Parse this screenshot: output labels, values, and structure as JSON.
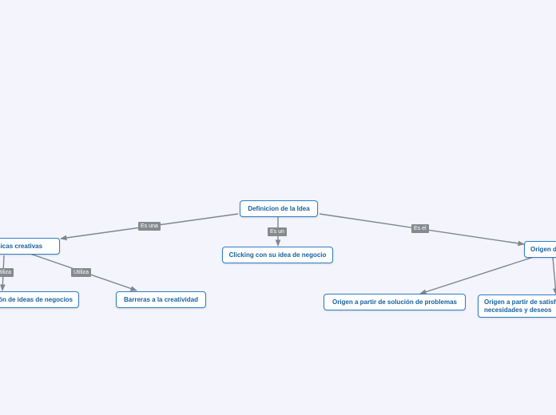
{
  "map": {
    "root": "Definicion de la Idea",
    "nodes": {
      "tecnicas": "Técnicas creativas",
      "clicking": "Clicking con su idea de negocio",
      "origen": "Origen de",
      "generacion": "Generación de ideas de negocios",
      "barreras": "Barreras a la creatividad",
      "origen_problemas": "Origen a partir de solución de problemas",
      "origen_necesidades": "Origen a partir de satisfacción de necesidades y deseos"
    },
    "links": {
      "es_una": "Es una",
      "es_un": "Es un",
      "es_el": "Es el",
      "utiliza_1": "Utiliza",
      "utiliza_2": "Utiliza"
    }
  },
  "colors": {
    "background": "#f3f4fc",
    "node_border": "#2f7cc4",
    "node_text": "#17609f",
    "edge": "#7f868c",
    "link_label_bg": "#868a8e"
  }
}
